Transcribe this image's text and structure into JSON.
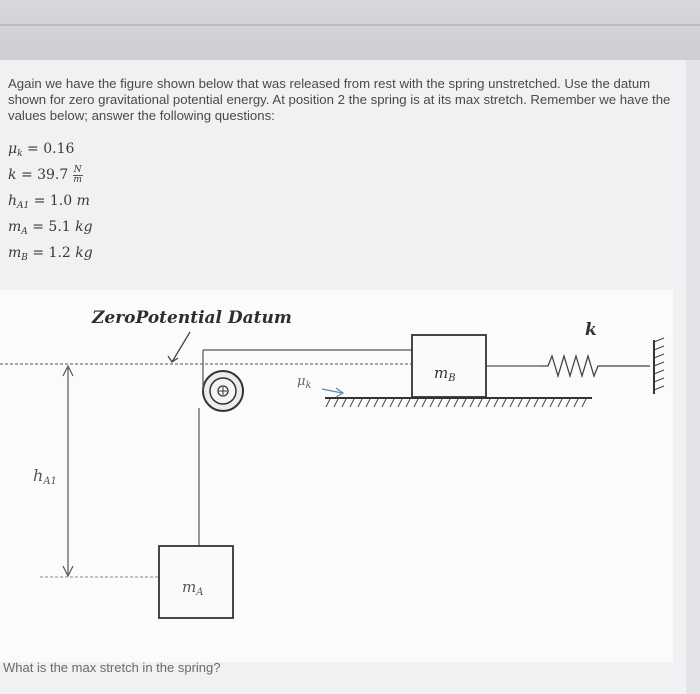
{
  "intro_text": "Again we have the figure shown below that was released from rest with the spring unstretched. Use the datum shown for zero gravitational potential energy. At position 2 the spring is at its max stretch. Remember we have the values below; answer the following questions:",
  "values": {
    "mu_k": {
      "symbol": "μ",
      "sub": "k",
      "value": "= 0.16"
    },
    "k": {
      "symbol": "k",
      "value": "= 39.7",
      "unit_num": "N",
      "unit_den": "m"
    },
    "h_a1": {
      "symbol": "h",
      "sub": "A1",
      "value": "= 1.0",
      "unit": "m"
    },
    "m_a": {
      "symbol": "m",
      "sub": "A",
      "value": "= 5.1",
      "unit": "kg"
    },
    "m_b": {
      "symbol": "m",
      "sub": "B",
      "value": "= 1.2",
      "unit": "kg"
    }
  },
  "figure": {
    "datum_label": "ZeroPotential Datum",
    "k_label": "k",
    "mb_label": "m",
    "mb_sub": "B",
    "ma_label": "m",
    "ma_sub": "A",
    "mu_label": "μ",
    "mu_sub": "k",
    "h_label": "h",
    "h_sub": "A1"
  },
  "question": "What is the max stretch in the spring?"
}
